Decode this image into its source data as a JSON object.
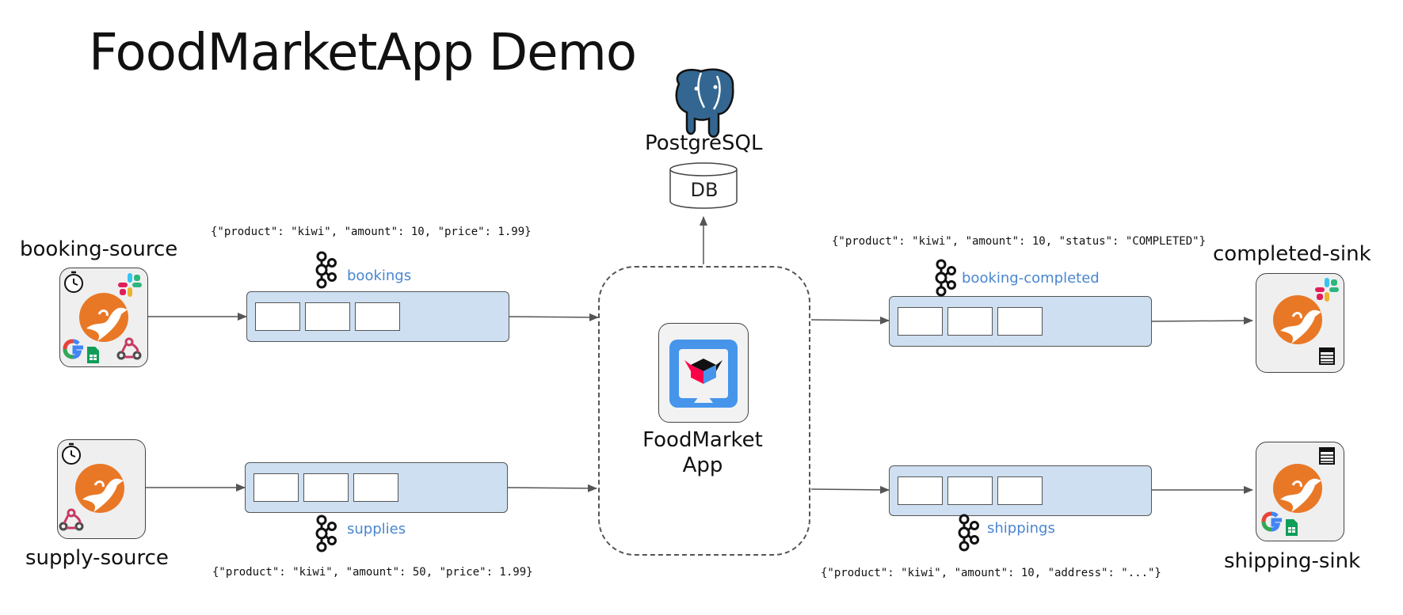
{
  "title": "FoodMarketApp Demo",
  "database": {
    "name": "PostgreSQL",
    "label": "DB"
  },
  "app": {
    "line1": "FoodMarket",
    "line2": "App"
  },
  "sources": [
    {
      "name": "booking-source",
      "icons": [
        "timer-icon",
        "slack-icon",
        "camel-icon",
        "google-icon",
        "sheets-icon",
        "webhook-icon"
      ]
    },
    {
      "name": "supply-source",
      "icons": [
        "timer-icon",
        "camel-icon",
        "webhook-icon"
      ]
    }
  ],
  "sinks": [
    {
      "name": "completed-sink",
      "icons": [
        "slack-icon",
        "camel-icon",
        "table-icon"
      ]
    },
    {
      "name": "shipping-sink",
      "icons": [
        "table-icon",
        "camel-icon",
        "google-icon",
        "sheets-icon"
      ]
    }
  ],
  "topics": {
    "bookings": "bookings",
    "supplies": "supplies",
    "booking_completed": "booking-completed",
    "shippings": "shippings"
  },
  "messages": {
    "bookings": "{\"product\": \"kiwi\", \"amount\": 10, \"price\": 1.99}",
    "supplies": "{\"product\": \"kiwi\", \"amount\": 50, \"price\": 1.99}",
    "booking_completed": "{\"product\": \"kiwi\", \"amount\": 10, \"status\": \"COMPLETED\"}",
    "shippings": "{\"product\": \"kiwi\", \"amount\": 10, \"address\": \"...\"}"
  },
  "colors": {
    "queue_fill": "#cddff0",
    "topic_text": "#4a86d0",
    "postgres_blue": "#336791",
    "camel_orange": "#e97826",
    "quarkus_blue": "#4695eb",
    "quarkus_red": "#ff004a"
  }
}
